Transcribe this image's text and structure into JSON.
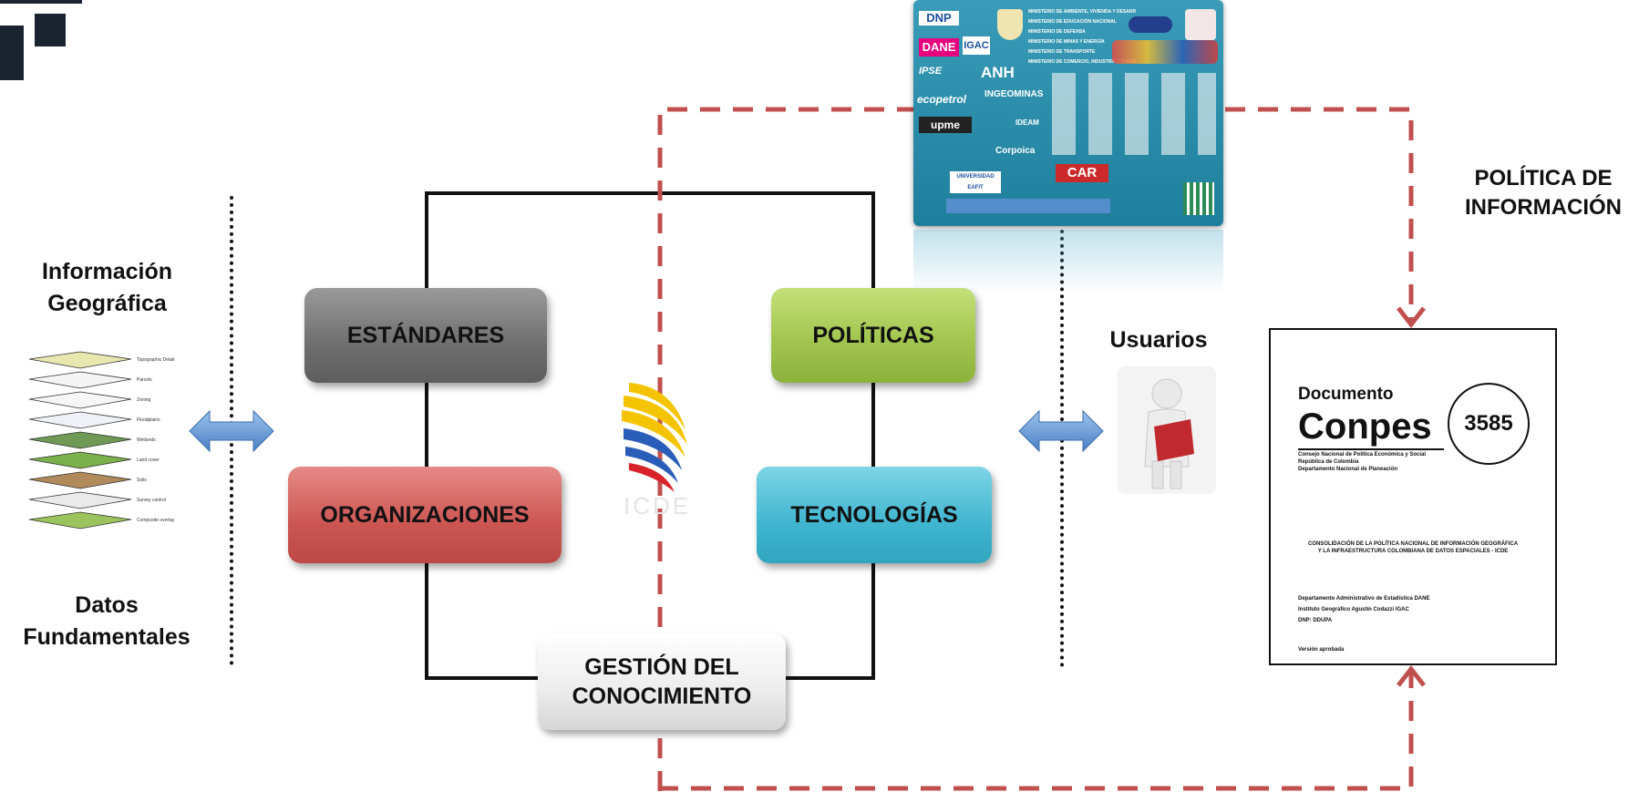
{
  "left": {
    "title_line1": "Información",
    "title_line2": "Geográfica",
    "bottom_line1": "Datos",
    "bottom_line2": "Fundamentales"
  },
  "boxes": {
    "estandares": "ESTÁNDARES",
    "politicas": "POLÍTICAS",
    "organizaciones": "ORGANIZACIONES",
    "tecnologias": "TECNOLOGÍAS",
    "gestion_line1": "GESTIÓN DEL",
    "gestion_line2": "CONOCIMIENTO"
  },
  "icde_logo_text": "ICDE",
  "usuarios": "Usuarios",
  "politica_label_line1": "POLÍTICA DE",
  "politica_label_line2": "INFORMACIÓN",
  "map_layers": [
    "Topographic Detail",
    "Parcels",
    "Zoning",
    "Floodplains",
    "Wetlands",
    "Land cover",
    "Soils",
    "Survey control",
    "Composite overlay"
  ],
  "logos": {
    "dnp": "DNP",
    "dane": "DANE",
    "igac": "IGAC",
    "ipse": "IPSE",
    "anh": "ANH",
    "ecopetrol": "ecopetrol",
    "ingeominas": "INGEOMINAS",
    "upme": "upme",
    "ideam": "IDEAM",
    "eafit": "UNIVERSIDAD EAFIT",
    "corpoica": "Corpoica",
    "car": "CAR",
    "ministerios": [
      "MINISTERIO DE AMBIENTE, VIVIENDA Y DESARROLLO TERRITORIAL",
      "MINISTERIO DE EDUCACIÓN NACIONAL",
      "MINISTERIO DE DEFENSA",
      "MINISTERIO DE MINAS Y ENERGÍA",
      "MINISTERIO DE TRANSPORTE",
      "MINISTERIO DE COMERCIO, INDUSTRIA Y TURISMO"
    ]
  },
  "conpes": {
    "documento": "Documento",
    "conpes": "Conpes",
    "number": "3585",
    "consejo": "Consejo Nacional de Política Económica y Social",
    "republica": "República de Colombia",
    "dnp": "Departamento Nacional de Planeación",
    "title1": "CONSOLIDACIÓN DE LA POLÍTICA NACIONAL DE INFORMACIÓN GEOGRÁFICA",
    "title2": "Y LA INFRAESTRUCTURA COLOMBIANA DE DATOS ESPACIALES - ICDE",
    "org1": "Departamento Administrativo de Estadística DANE",
    "org2": "Instituto Geográfico Agustín Codazzi IGAC",
    "org3": "DNP: DDUPA",
    "status": "Versión aprobada"
  },
  "colors": {
    "dashed": "#c0504d",
    "arrow": "#5b9bd5"
  }
}
